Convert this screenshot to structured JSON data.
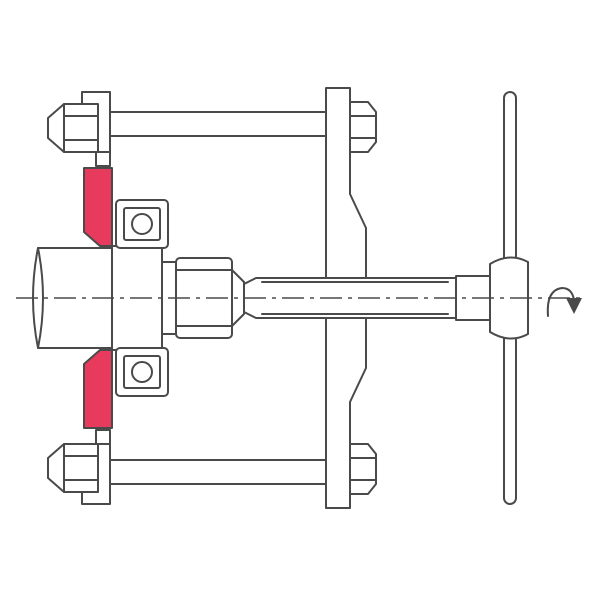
{
  "colors": {
    "line": "#4a4a4a",
    "highlight": "#e83a5c",
    "background": "#ffffff"
  },
  "parts": [
    "upper-puller-arm",
    "lower-puller-arm",
    "upper-hex-nut",
    "lower-hex-nut",
    "crossbar-yoke",
    "shaft",
    "pulled-hub-flange",
    "upper-bearing",
    "lower-bearing",
    "threaded-coupling",
    "forcing-screw",
    "t-handle"
  ],
  "annotations": {
    "rotation-arrow": "clockwise-rotation-icon"
  }
}
